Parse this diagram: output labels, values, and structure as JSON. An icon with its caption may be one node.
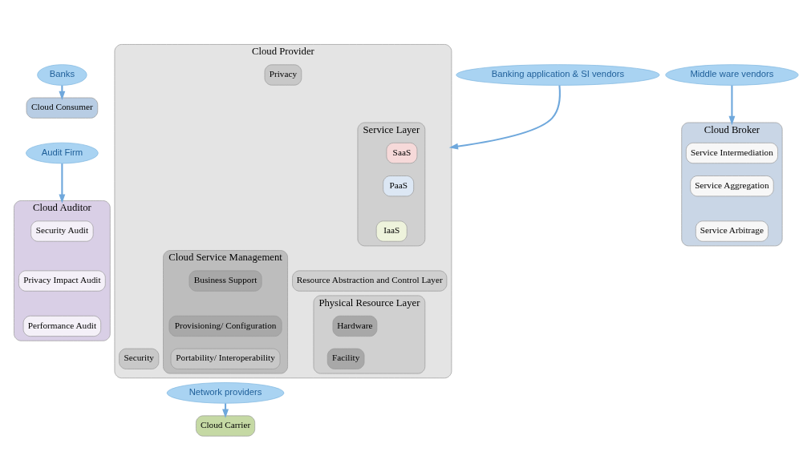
{
  "diagram": {
    "nodes": [
      {
        "text": [
          "Cloud Consumer"
        ]
      },
      {
        "text": [
          "Cloud Auditor"
        ]
      },
      {
        "text": [
          "Security Audit"
        ],
        "in": 1
      },
      {
        "text": [
          "Privacy Impact Audit"
        ],
        "in": 1
      },
      {
        "text": [
          "Performance Audit"
        ],
        "in": 1
      },
      {
        "text": [
          "Cloud Provider"
        ]
      },
      {
        "text": [
          "Service Layer"
        ],
        "in": 5
      },
      {
        "text": [
          "SaaS"
        ],
        "in": 6
      },
      {
        "text": [
          "PaaS"
        ],
        "in": 6
      },
      {
        "text": [
          "IaaS"
        ],
        "in": 6
      },
      {
        "text": [
          "Resource Abstraction and Control Layer"
        ],
        "in": 5
      },
      {
        "text": [
          "Physical Resource Layer"
        ],
        "in": 5
      },
      {
        "text": [
          "Hardware"
        ],
        "in": 11
      },
      {
        "text": [
          "Facility"
        ],
        "in": 11
      },
      {
        "text": [
          "Cloud Service Management"
        ],
        "in": 5
      },
      {
        "text": [
          "Business Support"
        ],
        "in": 14
      },
      {
        "text": [
          "Provisioning/ Configuration"
        ],
        "in": 14
      },
      {
        "text": [
          "Portability/ Interoperability"
        ],
        "in": 14
      },
      {
        "text": [
          "Security"
        ],
        "in": 5
      },
      {
        "text": [
          "Privacy"
        ],
        "in": 5
      },
      {
        "text": [
          "Cloud Broker"
        ]
      },
      {
        "text": [
          "Service Intermediation"
        ],
        "in": 20
      },
      {
        "text": [
          "Service Aggregation"
        ],
        "in": 20
      },
      {
        "text": [
          "Service Arbitrage"
        ],
        "in": 20
      },
      {
        "text": [
          "Cloud Carrier"
        ]
      },
      {
        "text": [
          "Banks"
        ]
      },
      {
        "text": [
          "Banking application & SI vendors"
        ]
      },
      {
        "text": [
          "Middle ware vendors"
        ]
      },
      {
        "text": [
          "Audit Firm"
        ]
      },
      {
        "text": [
          "Network providers"
        ]
      }
    ],
    "edges": [
      {
        "from": 25,
        "to": 0,
        "arrow": "to"
      },
      {
        "from": 26,
        "to": 5,
        "arrow": "to"
      },
      {
        "from": 27,
        "to": 20,
        "arrow": "to"
      },
      {
        "from": 28,
        "to": 1,
        "arrow": "to"
      },
      {
        "from": 29,
        "to": 24,
        "arrow": "to"
      }
    ]
  }
}
